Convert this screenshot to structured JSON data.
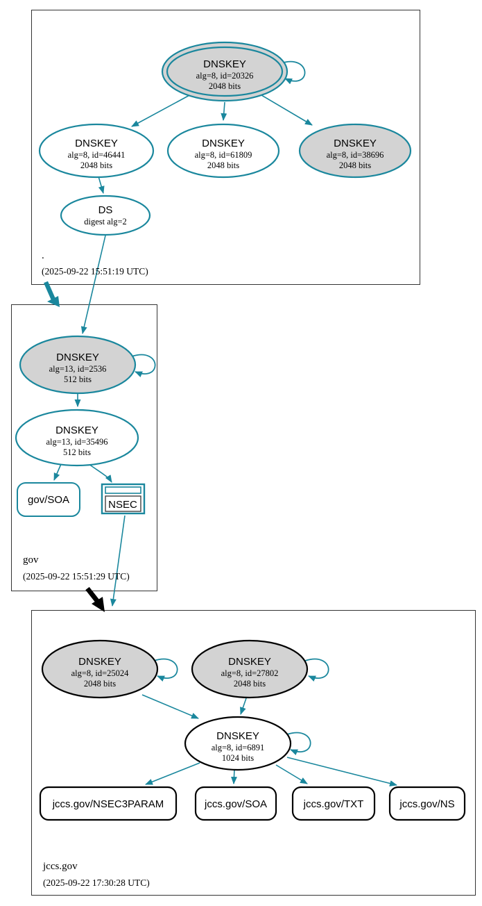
{
  "meta": {
    "colors": {
      "teal": "#1a879d",
      "node_gray": "#d3d3d3",
      "black": "#000000",
      "white": "#ffffff"
    },
    "diagram_type": "dnssec-authentication-chain"
  },
  "zones": [
    {
      "label": ".",
      "timestamp": "(2025-09-22 15:51:19 UTC)",
      "nodes": {
        "ksk": {
          "title": "DNSKEY",
          "detail": "alg=8, id=20326",
          "bits": "2048 bits"
        },
        "key1": {
          "title": "DNSKEY",
          "detail": "alg=8, id=46441",
          "bits": "2048 bits"
        },
        "key2": {
          "title": "DNSKEY",
          "detail": "alg=8, id=61809",
          "bits": "2048 bits"
        },
        "key3": {
          "title": "DNSKEY",
          "detail": "alg=8, id=38696",
          "bits": "2048 bits"
        },
        "ds": {
          "title": "DS",
          "detail": "digest alg=2"
        }
      }
    },
    {
      "label": "gov",
      "timestamp": "(2025-09-22 15:51:29 UTC)",
      "nodes": {
        "ksk": {
          "title": "DNSKEY",
          "detail": "alg=13, id=2536",
          "bits": "512 bits"
        },
        "zsk": {
          "title": "DNSKEY",
          "detail": "alg=13, id=35496",
          "bits": "512 bits"
        },
        "soa": {
          "label": "gov/SOA"
        },
        "nsec": {
          "label": "NSEC"
        }
      }
    },
    {
      "label": "jccs.gov",
      "timestamp": "(2025-09-22 17:30:28 UTC)",
      "nodes": {
        "ksk1": {
          "title": "DNSKEY",
          "detail": "alg=8, id=25024",
          "bits": "2048 bits"
        },
        "ksk2": {
          "title": "DNSKEY",
          "detail": "alg=8, id=27802",
          "bits": "2048 bits"
        },
        "zsk": {
          "title": "DNSKEY",
          "detail": "alg=8, id=6891",
          "bits": "1024 bits"
        },
        "records": [
          {
            "label": "jccs.gov/NSEC3PARAM"
          },
          {
            "label": "jccs.gov/SOA"
          },
          {
            "label": "jccs.gov/TXT"
          },
          {
            "label": "jccs.gov/NS"
          }
        ]
      }
    }
  ]
}
